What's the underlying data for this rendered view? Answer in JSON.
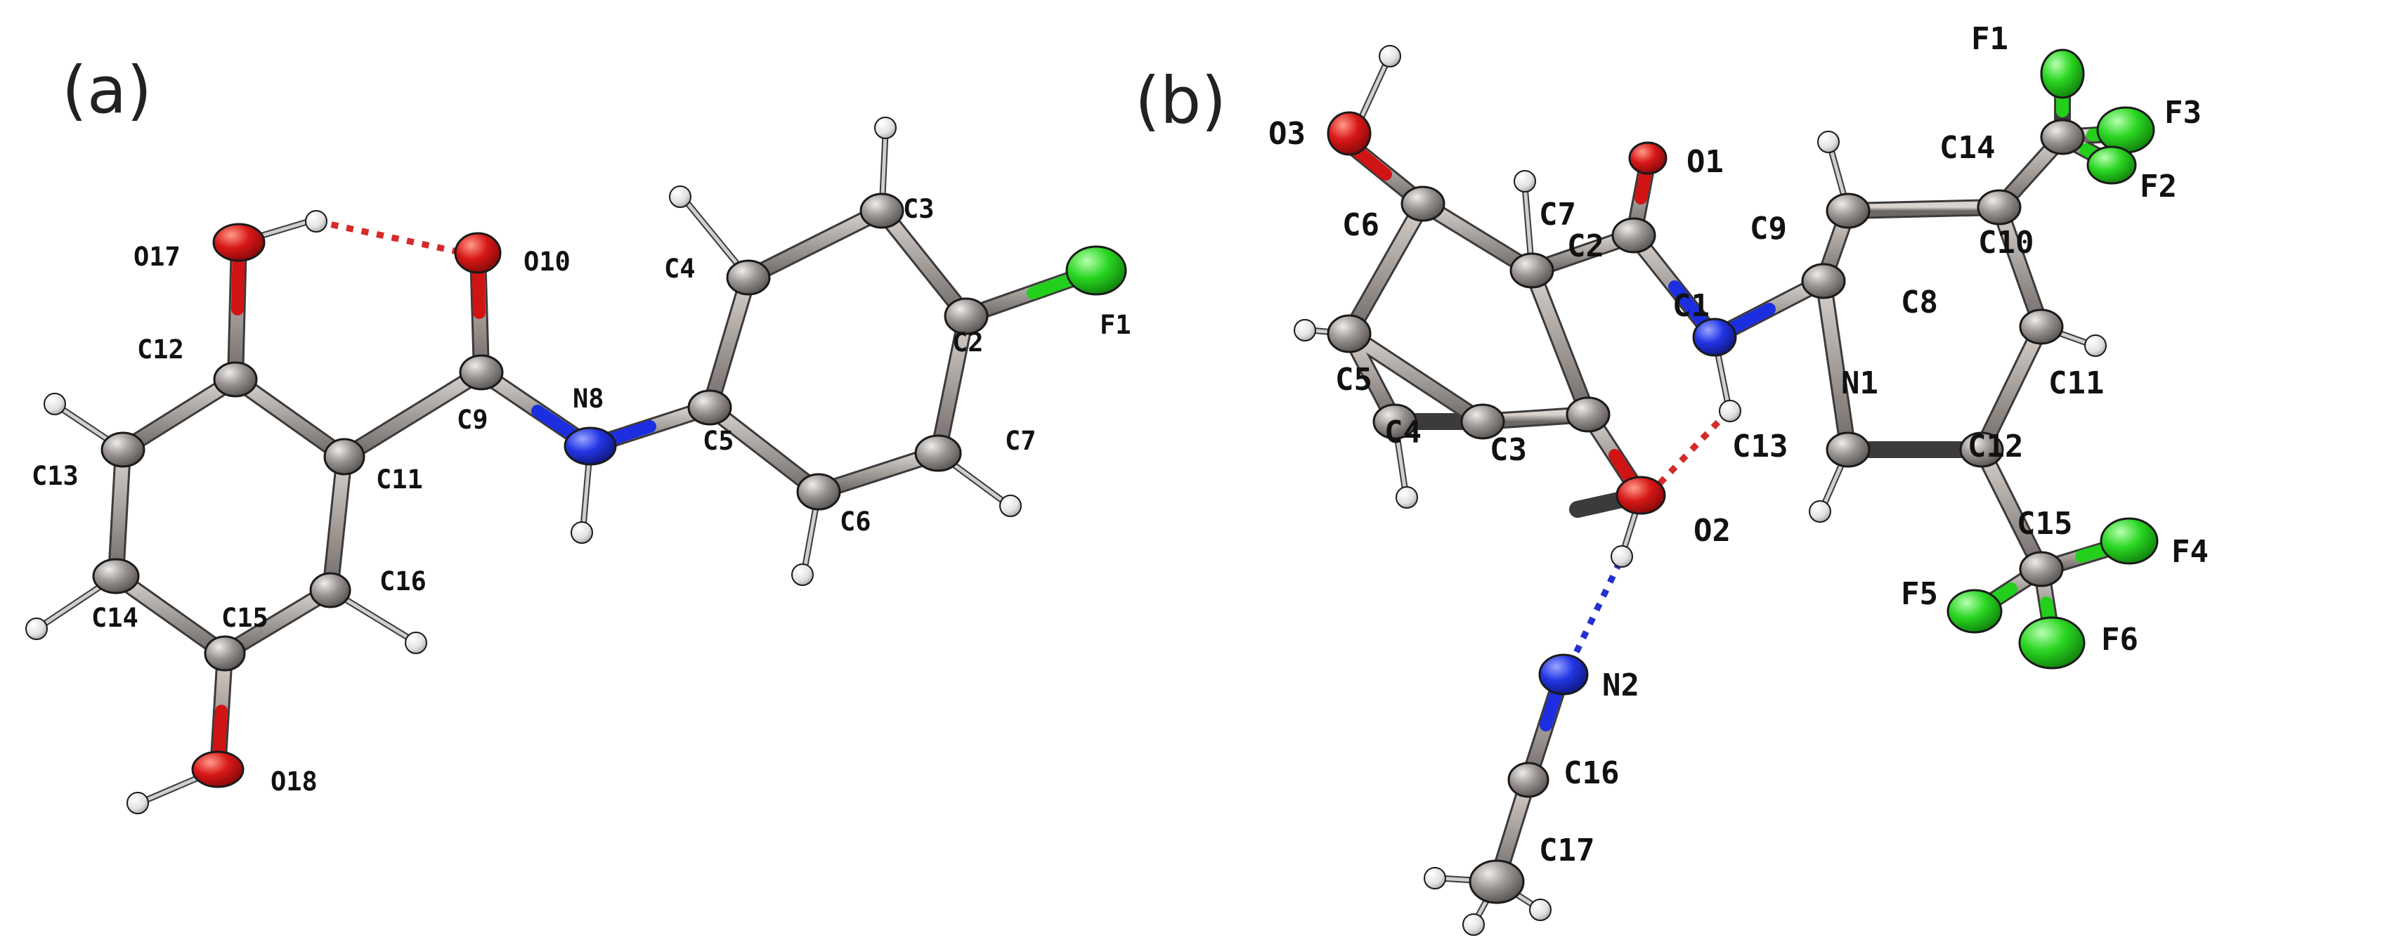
{
  "colors": {
    "carbon": "#8f8a88",
    "carbon_highlight": "#e6e3e1",
    "bond": "#9e9894",
    "bond_edge": "#4a4848",
    "hydrogen": "#e8e8e8",
    "oxygen": "#d01414",
    "nitrogen": "#1c2ee0",
    "fluorine": "#22d01c",
    "hbond_intra": "#d42a2a",
    "hbond_inter": "#2430d0",
    "label": "#111111"
  },
  "panel_a": {
    "label": "(a)",
    "atoms": {
      "O17": "O17",
      "O10": "O10",
      "C12": "C12",
      "C9": "C9",
      "N8": "N8",
      "C11": "C11",
      "C13": "C13",
      "C14": "C14",
      "C15": "C15",
      "C16": "C16",
      "O18": "O18",
      "C4": "C4",
      "C3": "C3",
      "C2": "C2",
      "F1": "F1",
      "C5": "C5",
      "C6": "C6",
      "C7": "C7"
    }
  },
  "panel_b": {
    "label": "(b)",
    "atoms": {
      "O3": "O3",
      "C7": "C7",
      "C6": "C6",
      "C2": "C2",
      "O1": "O1",
      "C1": "C1",
      "C5": "C5",
      "C4": "C4",
      "C3": "C3",
      "N1": "N1",
      "O2": "O2",
      "C8": "C8",
      "C9": "C9",
      "C10": "C10",
      "C11": "C11",
      "C12": "C12",
      "C13": "C13",
      "C14": "C14",
      "F1": "F1",
      "F2": "F2",
      "F3": "F3",
      "C15": "C15",
      "F4": "F4",
      "F5": "F5",
      "F6": "F6",
      "N2": "N2",
      "C16": "C16",
      "C17": "C17"
    }
  }
}
